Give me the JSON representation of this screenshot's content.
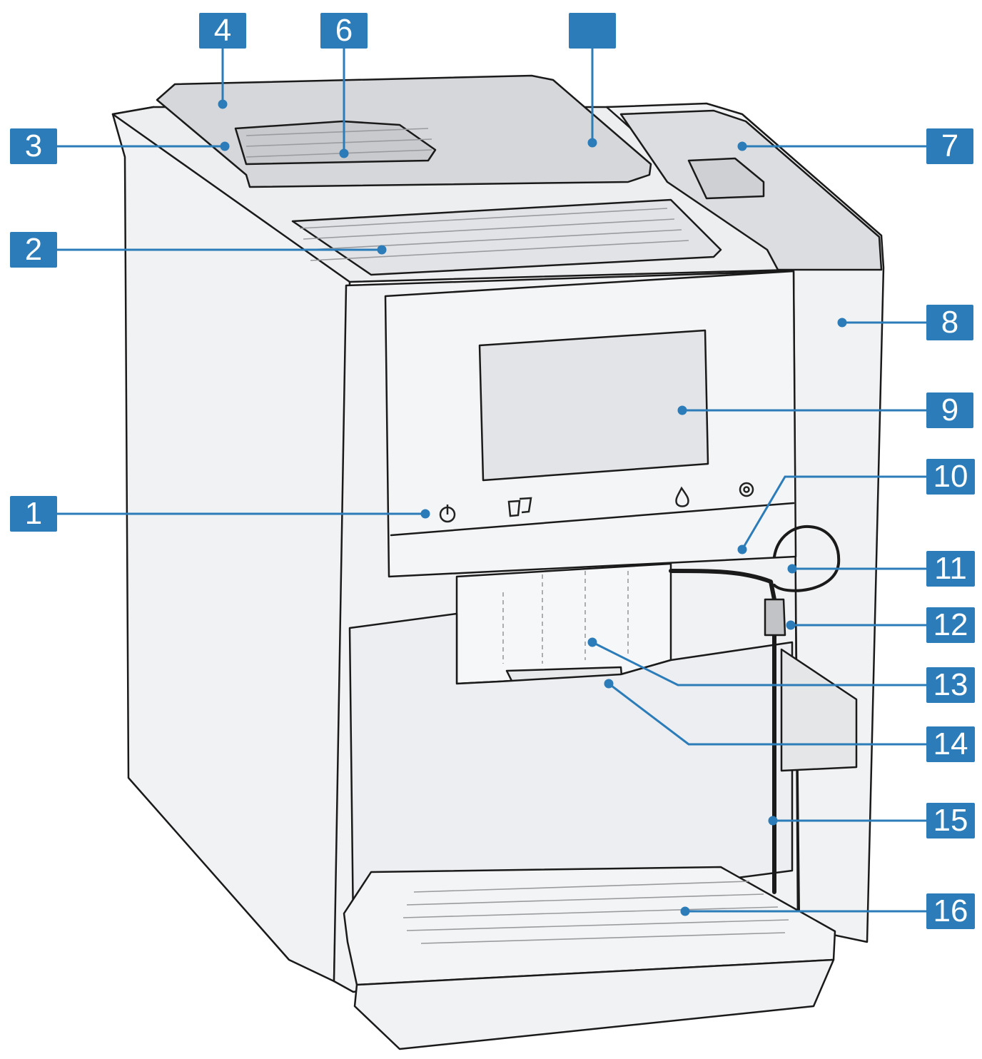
{
  "callouts": [
    {
      "number": "1"
    },
    {
      "number": "2"
    },
    {
      "number": "3"
    },
    {
      "number": "4"
    },
    {
      "number": ""
    },
    {
      "number": "6"
    },
    {
      "number": "7"
    },
    {
      "number": "8"
    },
    {
      "number": "9"
    },
    {
      "number": "10"
    },
    {
      "number": "11"
    },
    {
      "number": "12"
    },
    {
      "number": "13"
    },
    {
      "number": "14"
    },
    {
      "number": "15"
    },
    {
      "number": "16"
    }
  ],
  "panel_icons": [
    "power-icon",
    "cups-icon",
    "drop-icon",
    "gear-icon"
  ],
  "colors": {
    "callout": "#2b7cb8",
    "body": "#f1f2f4",
    "outline": "#1a1a1a",
    "screen": "#e3e4e7",
    "lid": "#d9dadd"
  }
}
